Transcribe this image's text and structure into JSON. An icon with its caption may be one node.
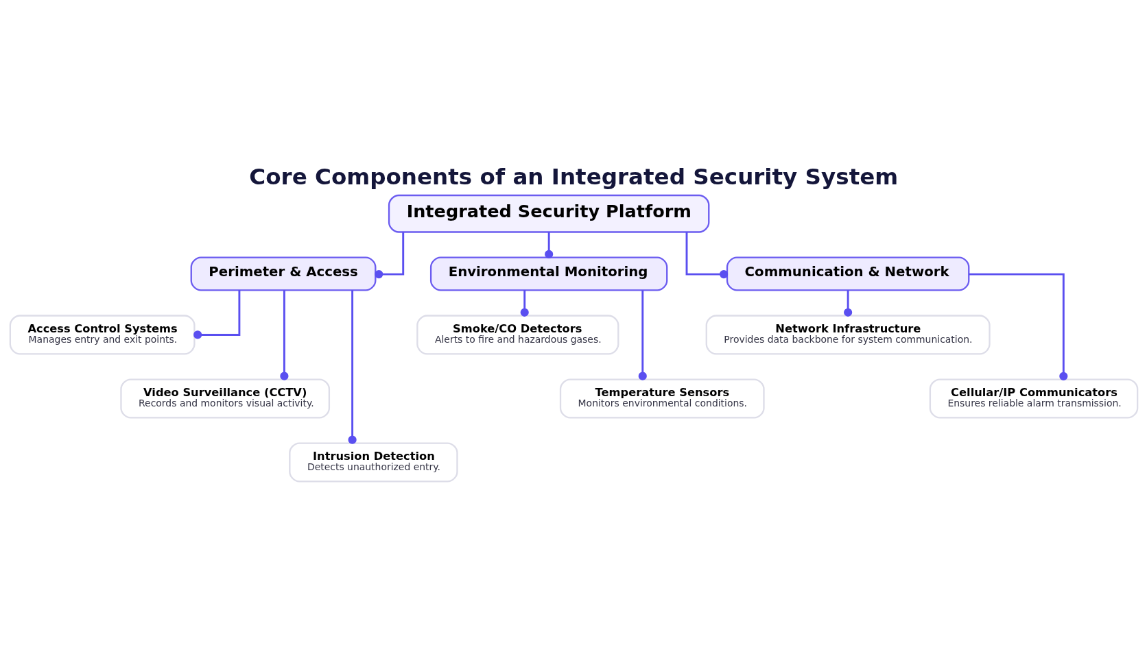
{
  "diagram": {
    "title": "Core Components of an Integrated Security System",
    "nodes": [
      {
        "text": [
          "Integrated Security Platform"
        ]
      },
      {
        "text": [
          "Perimeter & Access"
        ]
      },
      {
        "text": [
          "Environmental Monitoring"
        ]
      },
      {
        "text": [
          "Communication & Network"
        ]
      },
      {
        "text": [
          "Access Control Systems",
          "Manages entry and exit points."
        ]
      },
      {
        "text": [
          "Video Surveillance (CCTV)",
          "Records and monitors visual activity."
        ]
      },
      {
        "text": [
          "Intrusion Detection",
          "Detects unauthorized entry."
        ]
      },
      {
        "text": [
          "Smoke/CO Detectors",
          "Alerts to fire and hazardous gases."
        ]
      },
      {
        "text": [
          "Temperature Sensors",
          "Monitors environmental conditions."
        ]
      },
      {
        "text": [
          "Network Infrastructure",
          "Provides data backbone for system communication."
        ]
      },
      {
        "text": [
          "Cellular/IP Communicators",
          "Ensures reliable alarm transmission."
        ]
      }
    ],
    "edges": [
      {
        "from": 0,
        "to": 1,
        "arrow": "other"
      },
      {
        "from": 0,
        "to": 2,
        "arrow": "other"
      },
      {
        "from": 0,
        "to": 3,
        "arrow": "other"
      },
      {
        "from": 1,
        "to": 4,
        "arrow": "other"
      },
      {
        "from": 1,
        "to": 5,
        "arrow": "other"
      },
      {
        "from": 1,
        "to": 6,
        "arrow": "other"
      },
      {
        "from": 2,
        "to": 7,
        "arrow": "other"
      },
      {
        "from": 2,
        "to": 8,
        "arrow": "other"
      },
      {
        "from": 3,
        "to": 9,
        "arrow": "other"
      },
      {
        "from": 3,
        "to": 10,
        "arrow": "other"
      }
    ]
  }
}
